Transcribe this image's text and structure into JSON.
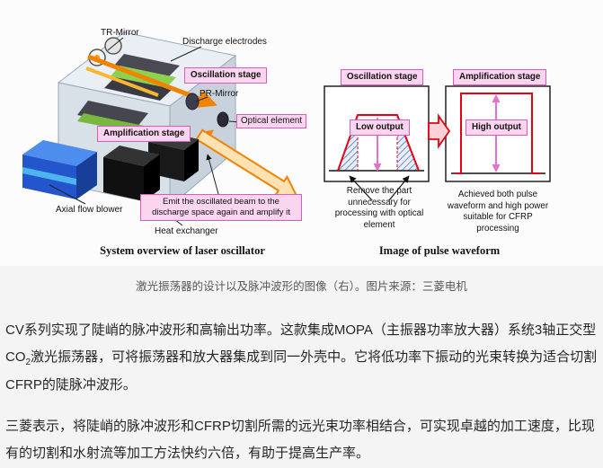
{
  "figure": {
    "left": {
      "tr_mirror": "TR-Mirror",
      "discharge_electrodes": "Discharge electrodes",
      "oscillation_stage": "Oscillation stage",
      "pr_mirror": "PR-Mirror",
      "optical_element": "Optical element",
      "amplification_stage": "Amplification stage",
      "emit_note": "Emit the oscillated beam to the discharge space again and amplify it",
      "axial_flow_blower": "Axial flow blower",
      "heat_exchanger": "Heat exchanger",
      "caption": "System overview of laser oscillator"
    },
    "right": {
      "oscillation_stage": "Oscillation stage",
      "amplification_stage": "Amplification stage",
      "low_output": "Low output",
      "high_output": "High output",
      "remove_note": "Remove the part unnecessary for processing with optical element",
      "achieve_note": "Achieved both pulse waveform and high power suitable for CFRP processing",
      "caption": "Image of pulse waveform"
    },
    "caption_zh": "激光振荡器的设计以及脉冲波形的图像（右）。图片来源：三菱电机"
  },
  "article": {
    "p1_before": "CV系列实现了陡峭的脉冲波形和高输出功率。这款集成MOPA（主振器功率放大器）系统3轴正交型CO",
    "p1_sub": "2",
    "p1_after": "激光振荡器，可将振荡器和放大器集成到同一外壳中。它将低功率下振动的光束转换为适合切割CFRP的陡脉冲波形。",
    "p2": "三菱表示，将陡峭的脉冲波形和CFRP切割所需的远光束功率相结合，可实现卓越的加工速度，比现有的切割和水射流等加工方法快约六倍，有助于提高生产率。"
  },
  "colors": {
    "pink_label_bg": "#fbd4f0",
    "pink_label_border": "#d85cb8",
    "waveform_red": "#e60012",
    "beam_orange": "#f08300",
    "hatch_blue": "#4a7ab5",
    "blower_blue": "#2356cc",
    "discharge_green": "#8fd14f",
    "page_bg": "#f4f4f4"
  }
}
